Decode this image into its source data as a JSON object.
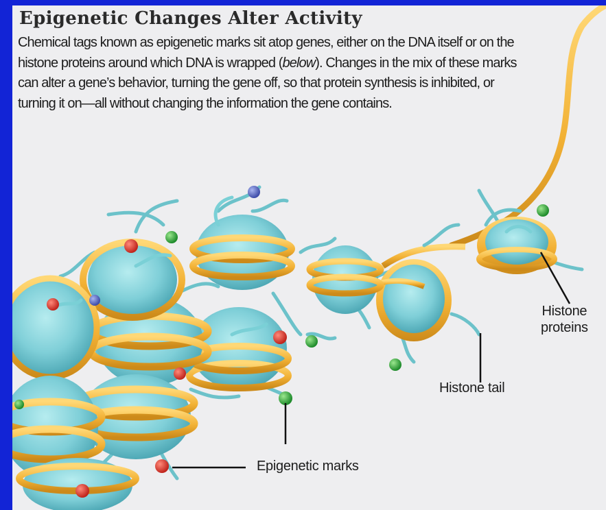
{
  "figure": {
    "title": "Epigenetic Changes Alter Activity",
    "body": {
      "part1": "Chemical tags known as epigenetic marks sit atop genes, either on the DNA itself or on the histone proteins around which DNA is wrapped (",
      "emphasis": "below",
      "part2": "). Changes in the mix of these marks can alter a gene’s behavior, turning the gene off, so that protein synthesis is inhibited, or turning it on—all without changing the information the gene contains."
    },
    "labels": {
      "histone_proteins_line1": "Histone",
      "histone_proteins_line2": "proteins",
      "histone_tail": "Histone tail",
      "epigenetic_marks": "Epigenetic marks"
    }
  },
  "colors": {
    "background": "#1327d8",
    "panel": "#eeeef0",
    "dna": "#f2b135",
    "histone": "#7fcfd8",
    "tail": "#6cc2ca",
    "mark_red": "#d8342a",
    "mark_green": "#2fa33a",
    "mark_blue": "#5b6bbf"
  }
}
